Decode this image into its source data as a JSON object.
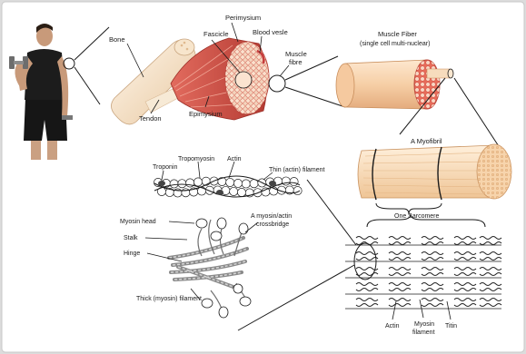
{
  "labels": {
    "bone": "Bone",
    "perimysium": "Perimysium",
    "fascicle": "Fascicle",
    "blood_vessel": "Blood vesle",
    "muscle_fibre": "Muscle fibre",
    "muscle_fibre_line1": "Muscle",
    "muscle_fibre_line2": "fibre",
    "tendon": "Tendon",
    "epimysium": "Epimysium",
    "muscle_fiber_title": "Muscle Fiber",
    "muscle_fiber_sub": "(single cell multi-nuclear)",
    "myofibril": "A Myofibril",
    "troponin": "Troponin",
    "tropomyosin": "Tropomyosin",
    "actin": "Actin",
    "thin_filament": "Thin (actin) filament",
    "myosin_head": "Myosin head",
    "crossbridge_line1": "A myosin/actin",
    "crossbridge_line2": "crossbridge",
    "stalk": "Stalk",
    "hinge": "Hinge",
    "thick_filament": "Thick (myosin) filament",
    "sarcomere": "One Sarcomere",
    "actin_bottom": "Actin",
    "myosin_filament_line1": "Myosin",
    "myosin_filament_line2": "filament",
    "titin": "Titin"
  },
  "colors": {
    "background": "#dcdcdc",
    "panel": "#ffffff",
    "muscle_red": "#c8483e",
    "tendon_cream": "#f1dcc0",
    "fiber_peach": "#f7c89a",
    "line": "#1a1a1a"
  }
}
